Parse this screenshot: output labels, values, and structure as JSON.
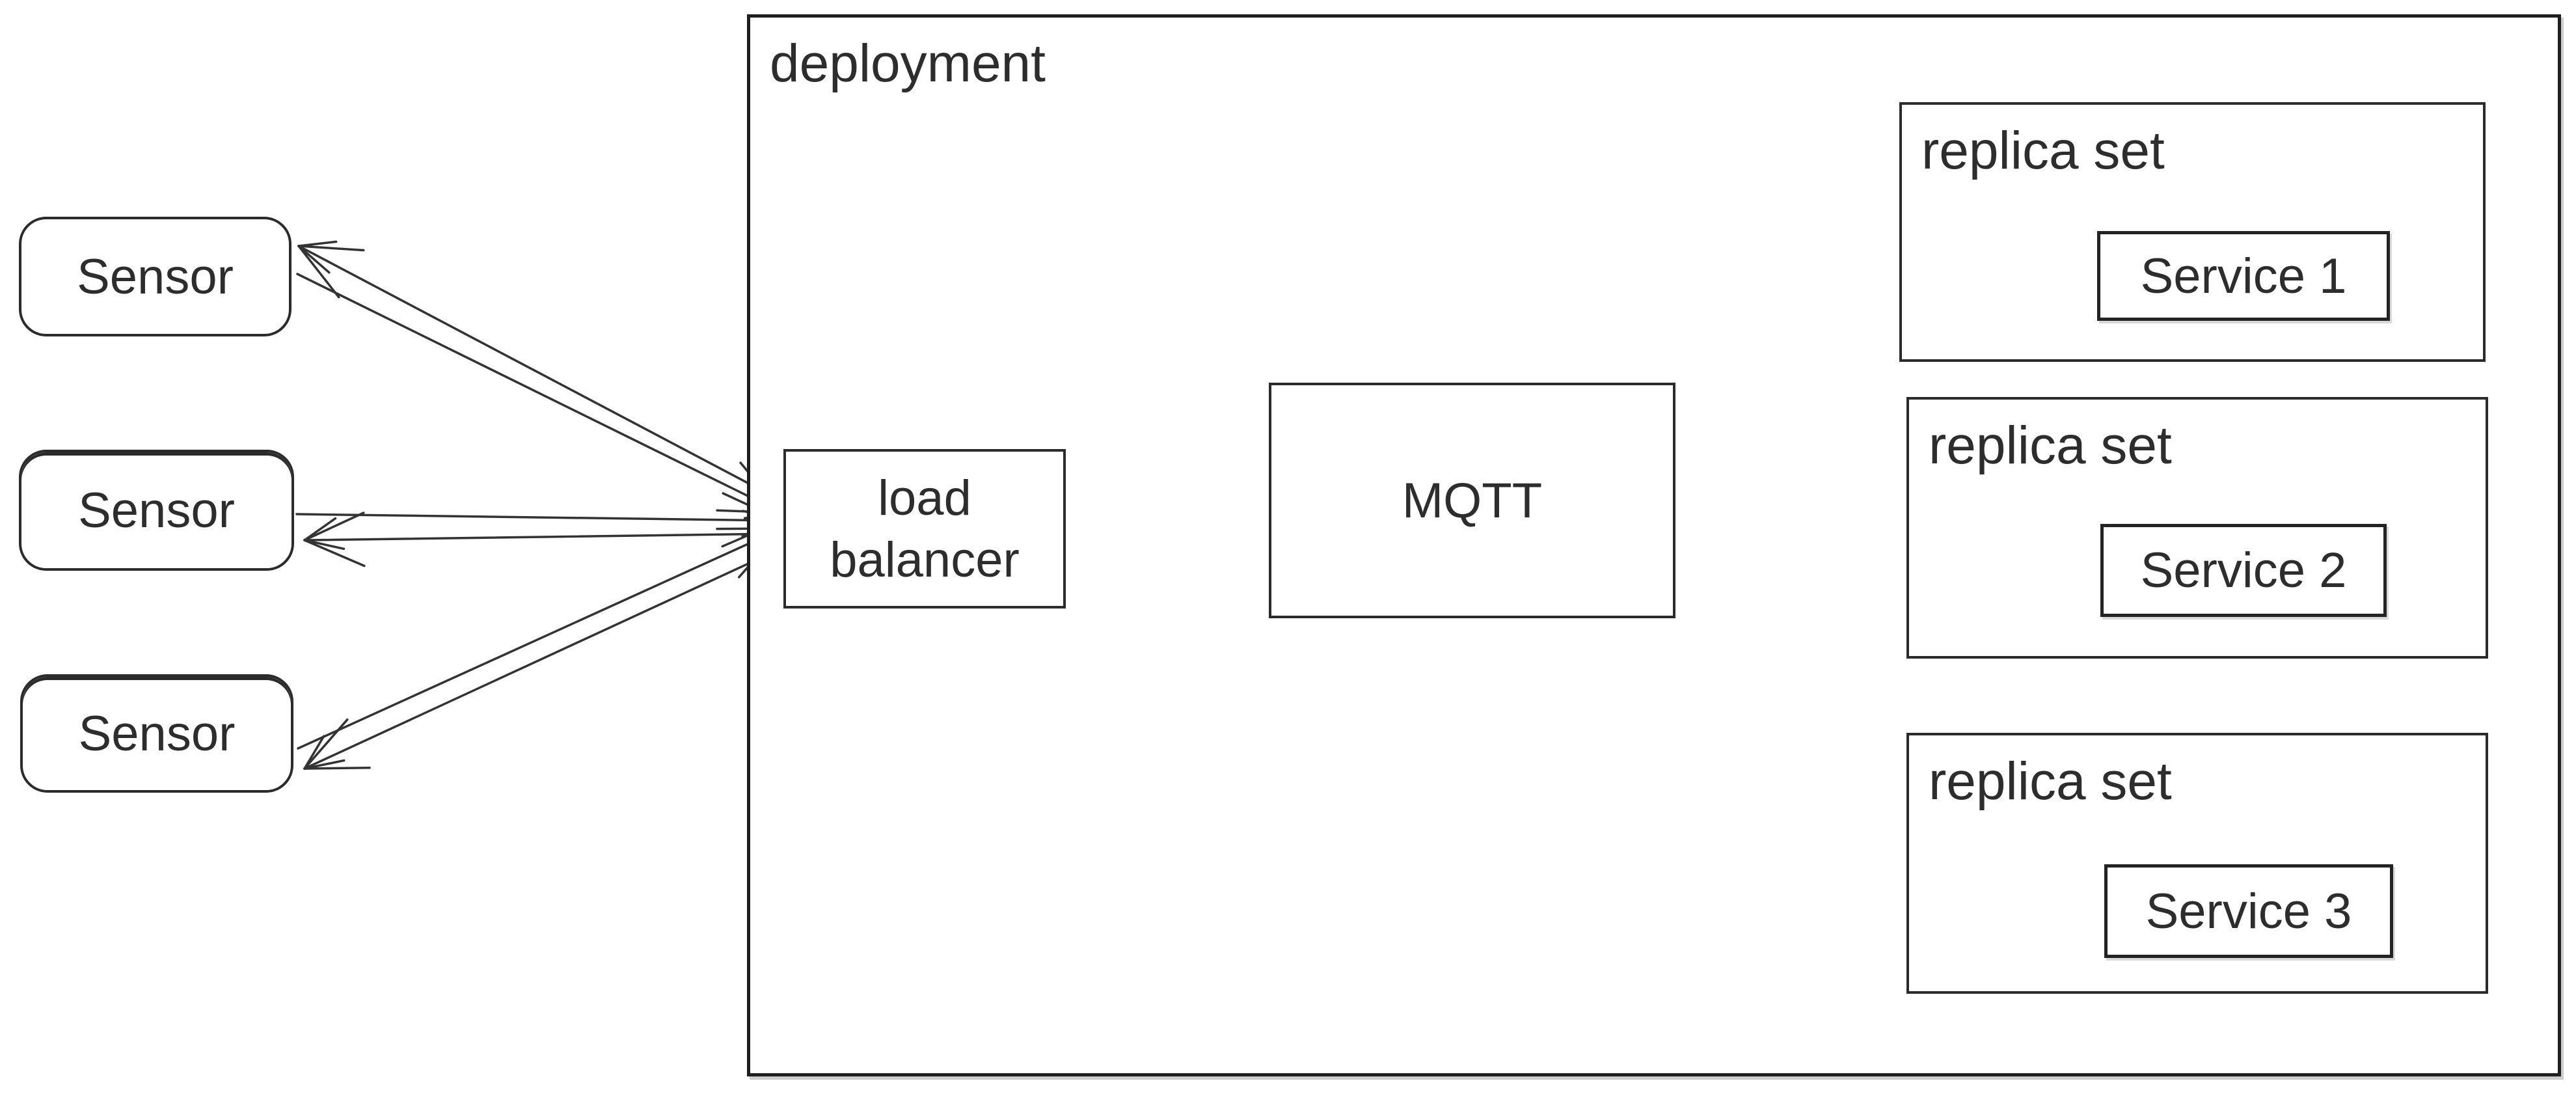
{
  "diagram": {
    "title_hint": "sensor to mqtt deployment architecture",
    "colors": {
      "background": "#ffffff",
      "stroke": "#333333",
      "border": "#2b2b2b",
      "text": "#2d2d2d",
      "shadow": "#cccccc"
    },
    "nodes": {
      "sensor1": {
        "label": "Sensor"
      },
      "sensor2": {
        "label": "Sensor"
      },
      "sensor3": {
        "label": "Sensor"
      },
      "deployment": {
        "label": "deployment"
      },
      "load_balancer": {
        "label_line1": "load",
        "label_line2": "balancer"
      },
      "mqtt": {
        "label": "MQTT"
      },
      "replica_set_1": {
        "label": "replica set",
        "service": {
          "label": "Service 1"
        }
      },
      "replica_set_2": {
        "label": "replica set",
        "service": {
          "label": "Service 2"
        }
      },
      "replica_set_3": {
        "label": "replica set",
        "service": {
          "label": "Service 3"
        }
      }
    },
    "edges": [
      {
        "name": "sensor1-to-load-balancer",
        "from": "sensor1",
        "to": "load_balancer",
        "pts": [
          457,
          421,
          1202,
          788
        ]
      },
      {
        "name": "load-balancer-to-sensor1",
        "from": "load_balancer",
        "to": "sensor1",
        "pts": [
          1202,
          770,
          459,
          378
        ]
      },
      {
        "name": "sensor2-to-load-balancer",
        "from": "sensor2",
        "to": "load_balancer",
        "pts": [
          456,
          790,
          1202,
          800
        ]
      },
      {
        "name": "load-balancer-to-sensor2",
        "from": "load_balancer",
        "to": "sensor2",
        "pts": [
          1202,
          820,
          468,
          830
        ]
      },
      {
        "name": "sensor3-to-load-balancer",
        "from": "sensor3",
        "to": "load_balancer",
        "pts": [
          458,
          1150,
          1202,
          812
        ]
      },
      {
        "name": "load-balancer-to-sensor3",
        "from": "load_balancer",
        "to": "sensor3",
        "pts": [
          1202,
          842,
          468,
          1181
        ]
      },
      {
        "name": "load-balancer-to-mqtt",
        "from": "load_balancer",
        "to": "mqtt",
        "pts": [
          1642,
          758,
          1944,
          764
        ]
      },
      {
        "name": "mqtt-to-load-balancer",
        "from": "mqtt",
        "to": "load_balancer",
        "pts": [
          1946,
          860,
          1648,
          860
        ]
      },
      {
        "name": "mqtt-to-replica-set-1",
        "from": "mqtt",
        "to": "replica_set_1",
        "pts": [
          2590,
          720,
          2914,
          425
        ]
      },
      {
        "name": "replica-set-1-to-mqtt",
        "from": "replica_set_1",
        "to": "mqtt",
        "pts": [
          2916,
          330,
          2586,
          632
        ]
      },
      {
        "name": "mqtt-to-replica-set-2",
        "from": "mqtt",
        "to": "replica_set_2",
        "pts": [
          2582,
          731,
          2926,
          719
        ]
      },
      {
        "name": "replica-set-2-to-mqtt",
        "from": "replica_set_2",
        "to": "mqtt",
        "pts": [
          2927,
          829,
          2587,
          849
        ]
      },
      {
        "name": "mqtt-to-replica-set-3",
        "from": "mqtt",
        "to": "replica_set_3",
        "pts": [
          2597,
          973,
          2922,
          1308
        ]
      },
      {
        "name": "replica-set-3-to-mqtt",
        "from": "replica_set_3",
        "to": "mqtt",
        "pts": [
          2926,
          1428,
          2583,
          957
        ]
      }
    ]
  }
}
